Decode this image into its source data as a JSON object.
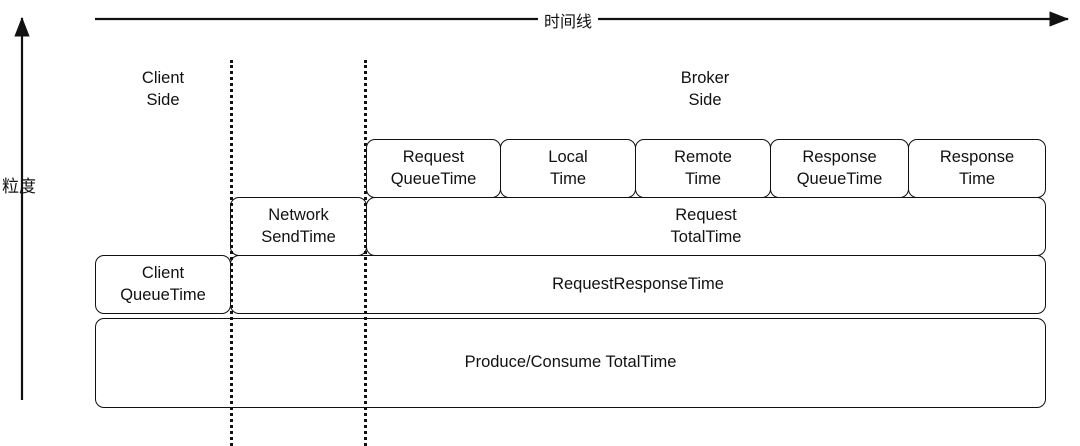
{
  "diagram": {
    "title_axis_x": "时间线",
    "title_axis_y": "粒度",
    "regions": [
      {
        "name": "client-side",
        "label": "Client\nSide"
      },
      {
        "name": "broker-side",
        "label": "Broker\nSide"
      }
    ],
    "rows": [
      {
        "name": "broker-phase-row",
        "boxes": [
          {
            "name": "request-queue-time",
            "label": "Request\nQueueTime"
          },
          {
            "name": "local-time",
            "label": "Local\nTime"
          },
          {
            "name": "remote-time",
            "label": "Remote\nTime"
          },
          {
            "name": "response-queue-time",
            "label": "Response\nQueueTime"
          },
          {
            "name": "response-time",
            "label": "Response\nTime"
          }
        ]
      },
      {
        "name": "request-row",
        "boxes": [
          {
            "name": "network-send-time",
            "label": "Network\nSendTime"
          },
          {
            "name": "request-total-time",
            "label": "Request\nTotalTime"
          }
        ]
      },
      {
        "name": "request-response-row",
        "boxes": [
          {
            "name": "client-queue-time",
            "label": "Client\nQueueTime"
          },
          {
            "name": "request-response-time",
            "label": "RequestResponseTime"
          }
        ]
      },
      {
        "name": "total-row",
        "boxes": [
          {
            "name": "produce-consume-total-time",
            "label": "Produce/Consume TotalTime"
          }
        ]
      }
    ],
    "colors": {
      "stroke": "#111111",
      "fill": "#ffffff"
    }
  }
}
